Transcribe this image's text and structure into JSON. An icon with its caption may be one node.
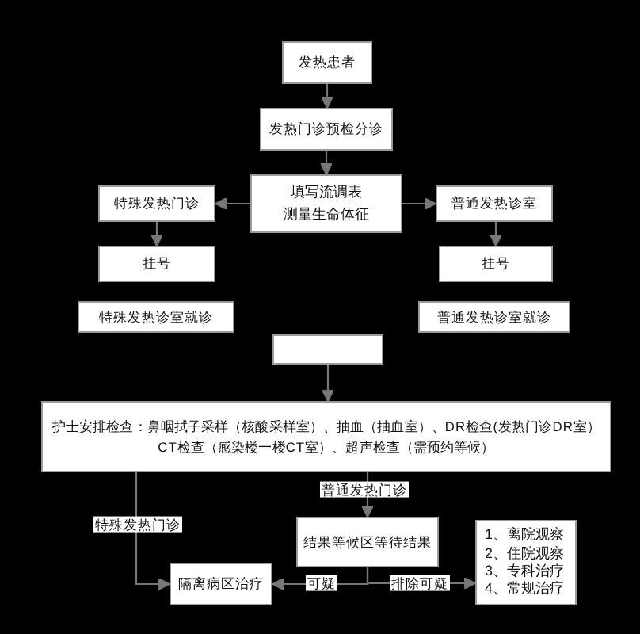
{
  "diagram": {
    "nodes": [
      {
        "text": [
          "发热患者"
        ]
      },
      {
        "text": [
          "发热门诊预检分诊"
        ]
      },
      {
        "text": [
          "填写流调表",
          "测量生命体征"
        ]
      },
      {
        "text": [
          "特殊发热门诊"
        ]
      },
      {
        "text": [
          "普通发热诊室"
        ]
      },
      {
        "text": [
          "挂号"
        ]
      },
      {
        "text": [
          "挂号"
        ]
      },
      {
        "text": [
          "特殊发热诊室就诊"
        ]
      },
      {
        "text": [
          "普通发热诊室就诊"
        ]
      },
      {
        "text": [],
        "shape": "box"
      },
      {
        "text": [
          "护士安排检查：鼻咽拭子采样（核酸采样室）、抽血（抽血室）、DR检查(发热门诊DR室）CT检查（感染楼一楼CT室）、超声检查（需预约等候）"
        ]
      },
      {
        "text": [
          "结果等候区等待结果"
        ]
      },
      {
        "text": [
          "隔离病区治疗"
        ]
      },
      {
        "text": [
          "1、离院观察",
          "2、住院观察",
          "3、专科治疗",
          "4、常规治疗"
        ]
      }
    ],
    "edges": [
      {
        "from": 0,
        "to": 1,
        "arrow": "to"
      },
      {
        "from": 1,
        "to": 2,
        "arrow": "to"
      },
      {
        "from": 2,
        "to": 3,
        "arrow": "to"
      },
      {
        "from": 2,
        "to": 4,
        "arrow": "to"
      },
      {
        "from": 3,
        "to": 5,
        "arrow": "to"
      },
      {
        "from": 4,
        "to": 6,
        "arrow": "to"
      },
      {
        "from": 9,
        "to": 10,
        "arrow": "to"
      },
      {
        "from": 10,
        "to": 12,
        "arrow": "to",
        "label": "特殊发热门诊"
      },
      {
        "from": 10,
        "to": 11,
        "arrow": "to",
        "label": "普通发热门诊"
      },
      {
        "from": 11,
        "to": 12,
        "arrow": "to",
        "label": "可疑"
      },
      {
        "from": 11,
        "to": 13,
        "arrow": "to",
        "label": "排除可疑"
      }
    ]
  }
}
